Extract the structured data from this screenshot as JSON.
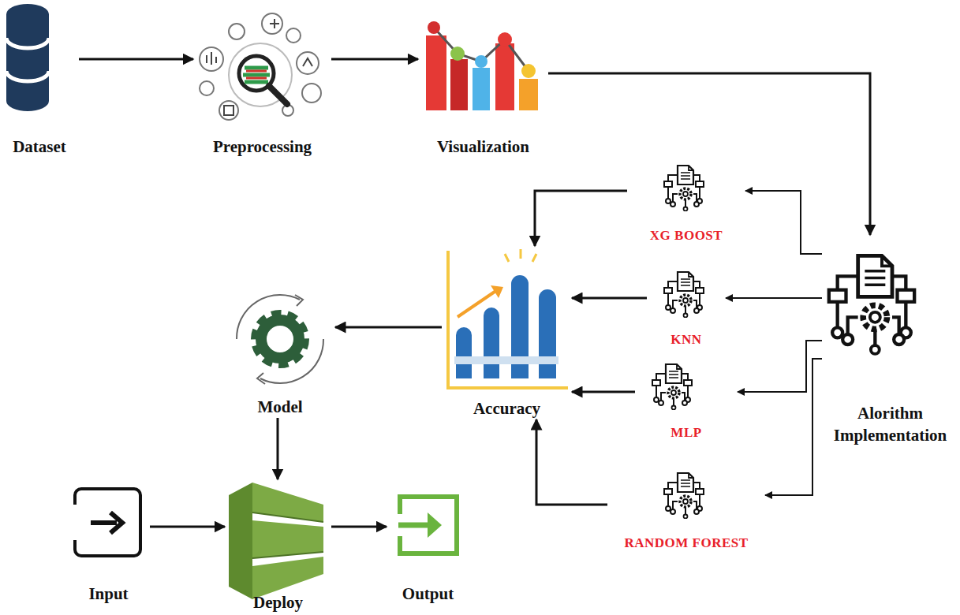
{
  "diagram": {
    "nodes": [
      {
        "text": [
          "Dataset"
        ]
      },
      {
        "text": [
          "Preprocessing"
        ]
      },
      {
        "text": [
          "Visualization"
        ]
      },
      {
        "text": [
          "XG BOOST"
        ]
      },
      {
        "text": [
          "KNN"
        ]
      },
      {
        "text": [
          "MLP"
        ]
      },
      {
        "text": [
          "RANDOM FOREST"
        ]
      },
      {
        "text": [
          "Alorithm Implementation"
        ]
      },
      {
        "text": [
          "Accuracy"
        ]
      },
      {
        "text": [
          "Model"
        ]
      },
      {
        "text": [
          "Input"
        ]
      },
      {
        "text": [
          "Deploy"
        ]
      },
      {
        "text": [
          "Output"
        ]
      }
    ],
    "edges": [
      {
        "from": 0,
        "to": 1,
        "arrow": "to"
      },
      {
        "from": 1,
        "to": 2,
        "arrow": "to"
      },
      {
        "from": 2,
        "to": 7,
        "arrow": "to"
      },
      {
        "from": 7,
        "to": 3,
        "arrow": "to"
      },
      {
        "from": 7,
        "to": 4,
        "arrow": "to"
      },
      {
        "from": 7,
        "to": 5,
        "arrow": "to"
      },
      {
        "from": 7,
        "to": 6,
        "arrow": "to"
      },
      {
        "from": 3,
        "to": 8,
        "arrow": "to"
      },
      {
        "from": 4,
        "to": 8,
        "arrow": "to"
      },
      {
        "from": 5,
        "to": 8,
        "arrow": "to"
      },
      {
        "from": 6,
        "to": 8,
        "arrow": "to"
      },
      {
        "from": 8,
        "to": 9,
        "arrow": "to"
      },
      {
        "from": 9,
        "to": 11,
        "arrow": "to"
      },
      {
        "from": 10,
        "to": 11,
        "arrow": "to"
      },
      {
        "from": 11,
        "to": 12,
        "arrow": "to"
      }
    ]
  }
}
